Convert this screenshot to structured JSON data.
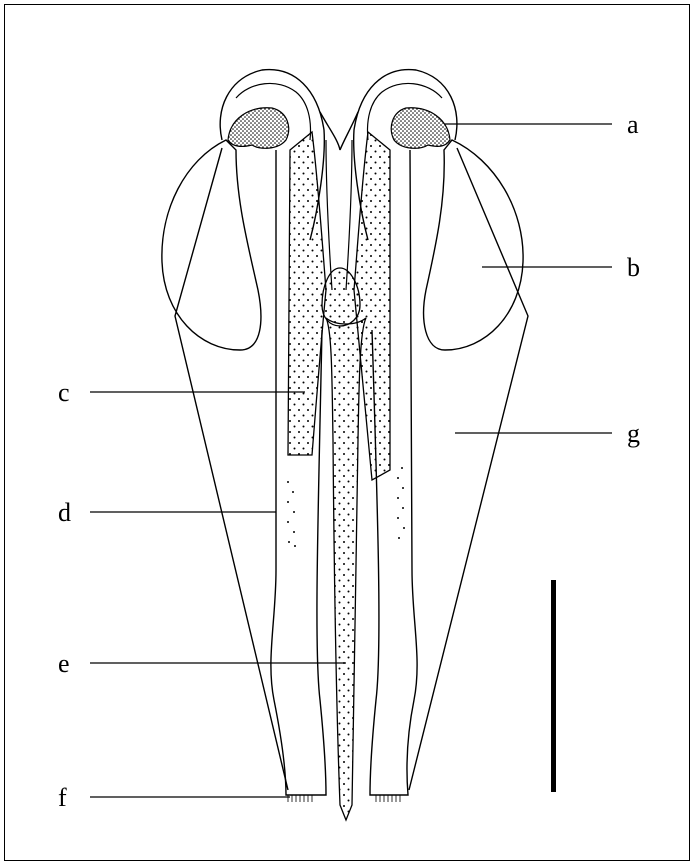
{
  "labels": {
    "a": "a",
    "b": "b",
    "c": "c",
    "d": "d",
    "e": "e",
    "f": "f",
    "g": "g"
  },
  "colors": {
    "ink": "#000000",
    "background": "#ffffff"
  }
}
